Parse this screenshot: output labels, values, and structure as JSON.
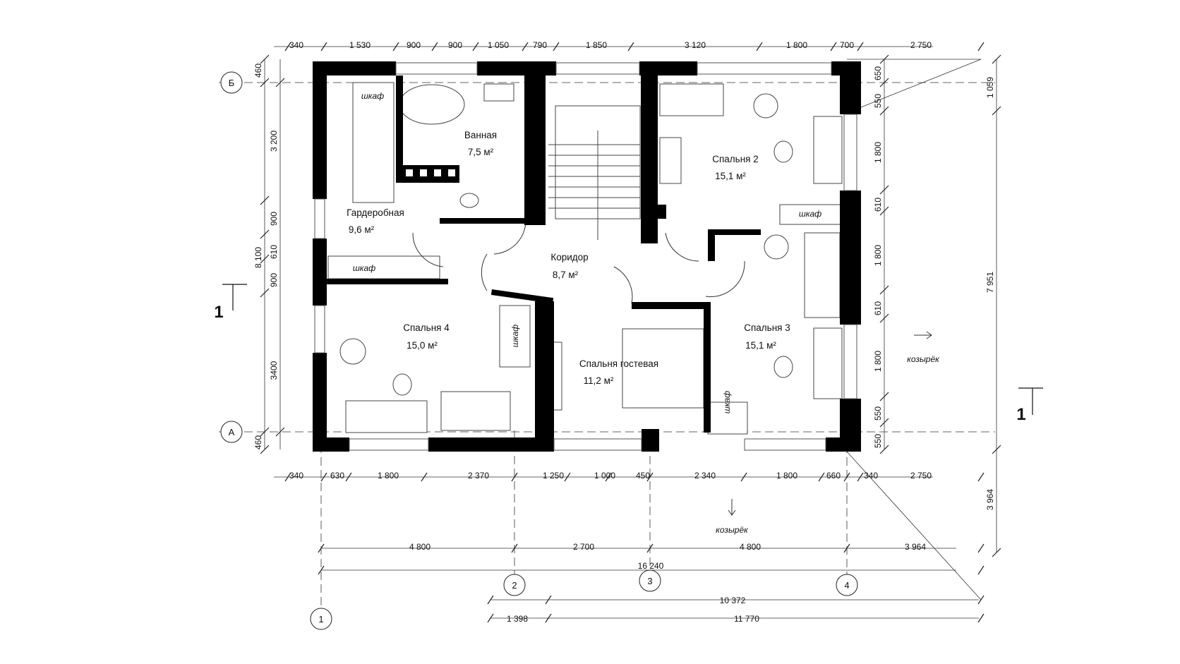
{
  "rooms": {
    "bath": {
      "name": "Ванная",
      "area": "7,5 м²"
    },
    "dressing": {
      "name": "Гардеробная",
      "area": "9,6 м²"
    },
    "bed2": {
      "name": "Спальня 2",
      "area": "15,1 м²"
    },
    "corridor": {
      "name": "Коридор",
      "area": "8,7 м²"
    },
    "bed4": {
      "name": "Спальня 4",
      "area": "15,0 м²"
    },
    "guest": {
      "name": "Спальня гостевая",
      "area": "11,2 м²"
    },
    "bed3": {
      "name": "Спальня 3",
      "area": "15,1 м²"
    }
  },
  "labels": {
    "wardrobe": "шкаф",
    "canopy": "козырёк"
  },
  "dims": {
    "top": [
      "340",
      "1 530",
      "900",
      "900",
      "1 050",
      "790",
      "1 850",
      "3 120",
      "1 800",
      "700",
      "2 750"
    ],
    "bottom": [
      "340",
      "630",
      "1 800",
      "2 370",
      "1 250",
      "1 000",
      "450",
      "2 340",
      "1 800",
      "660",
      "340",
      "2 750"
    ],
    "axes_row": [
      "4 800",
      "2 700",
      "4 800",
      "3 964"
    ],
    "total": "16 240",
    "d10372": "10 372",
    "d1398": "1 398",
    "d11770": "11 770",
    "left": [
      "460",
      "3 200",
      "900",
      "610",
      "900",
      "3400",
      "460"
    ],
    "left_total": "8 100",
    "right": [
      "650",
      "550",
      "1 800",
      "610",
      "1 800",
      "610",
      "1 800",
      "550",
      "550"
    ],
    "far_right": [
      "1 059",
      "7 951",
      "3 964"
    ]
  },
  "axes": {
    "a": "А",
    "b": "Б",
    "n1": "1",
    "n2": "2",
    "n3": "3",
    "n4": "4"
  },
  "section": "1"
}
